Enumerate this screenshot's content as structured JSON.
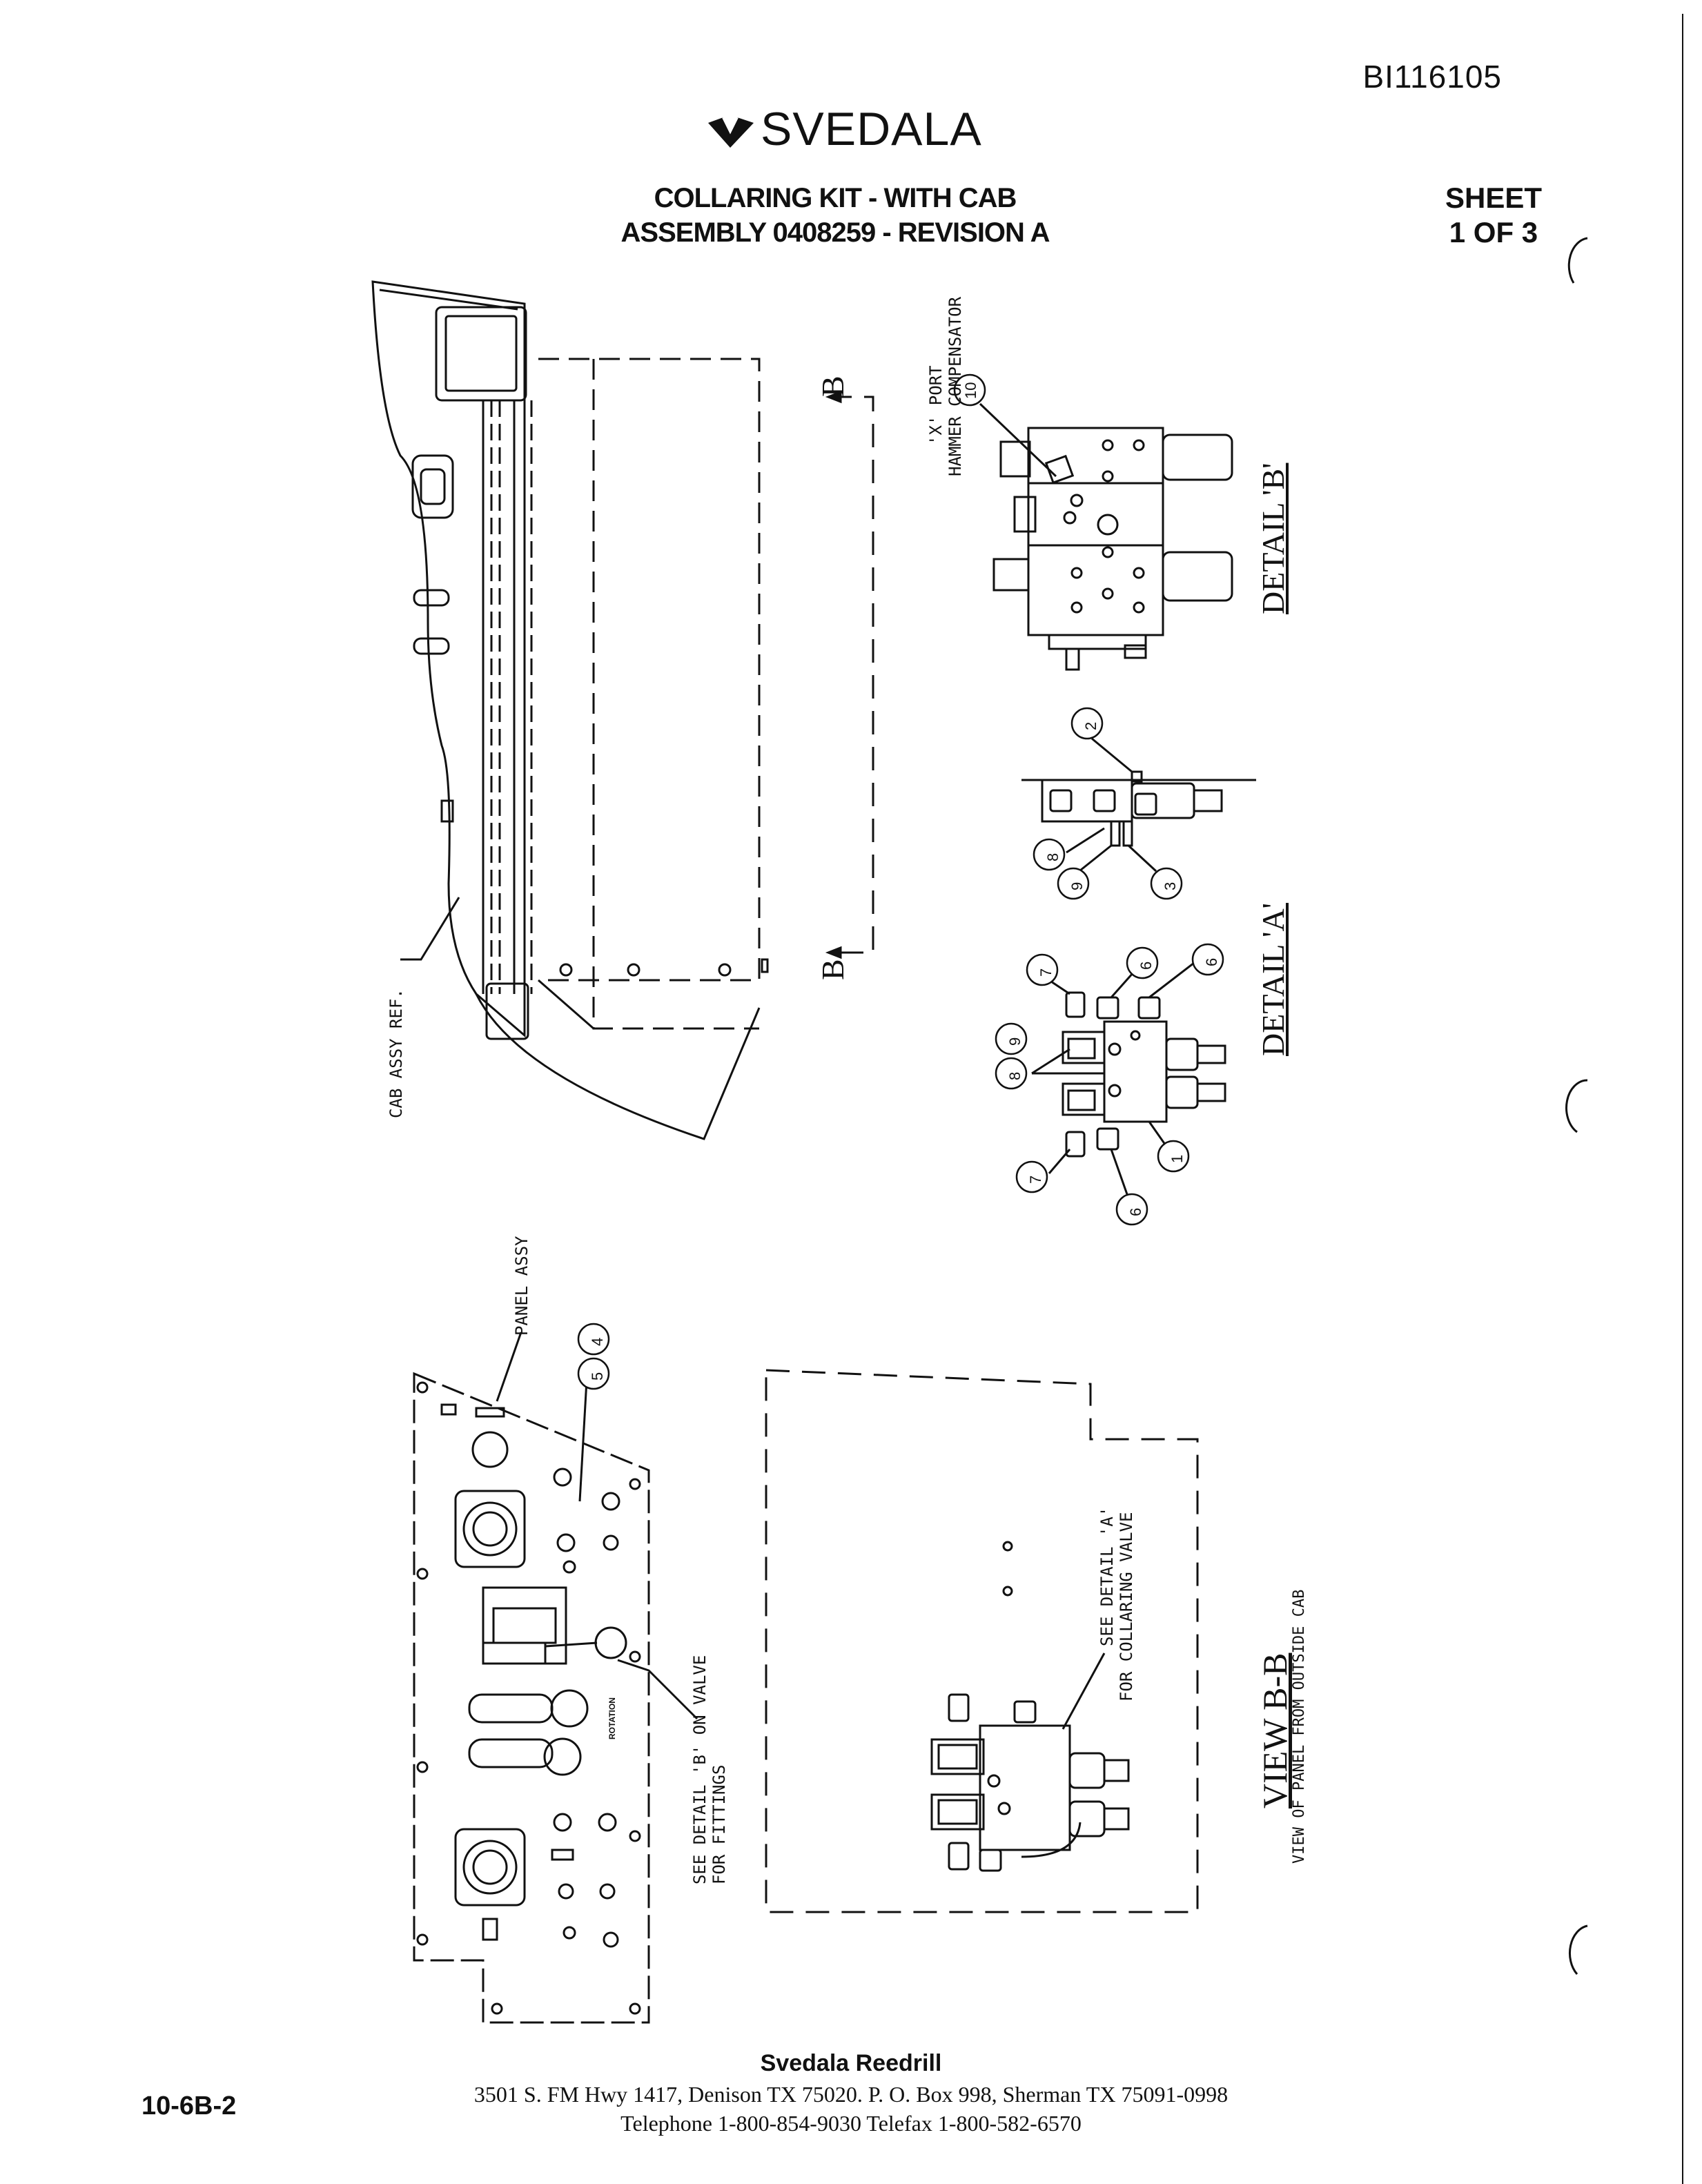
{
  "header": {
    "doc_id": "BI116105",
    "logo_text": "SVEDALA",
    "title_line1": "COLLARING KIT - WITH CAB",
    "title_line2": "ASSEMBLY 0408259 - REVISION A",
    "sheet_line1": "SHEET",
    "sheet_line2": "1 OF 3"
  },
  "annotations": {
    "section_b_top": "B",
    "section_b_bottom": "B",
    "x_port_line1": "'X' PORT",
    "x_port_line2": "HAMMER COMPENSATOR",
    "detail_b": "DETAIL 'B'",
    "detail_a": "DETAIL 'A'",
    "cab_ref": "CAB ASSY REF.",
    "panel_assy": "PANEL ASSY",
    "see_detail_b_line1": "SEE DETAIL 'B' ON VALVE",
    "see_detail_b_line2": "FOR FITTINGS",
    "see_detail_a_line1": "SEE DETAIL 'A'",
    "see_detail_a_line2": "FOR COLLARING VALVE",
    "view_bb": "VIEW B-B",
    "view_bb_sub": "VIEW OF PANEL FROM OUTSIDE CAB",
    "panel_label_rotation": "ROTATION"
  },
  "balloons": {
    "b10": "10",
    "b2": "2",
    "b8": "8",
    "b9": "9",
    "b3": "3",
    "b7a": "7",
    "b6a": "6",
    "b6b": "6",
    "b9b": "9",
    "b8b": "8",
    "b1": "1",
    "b7b": "7",
    "b6c": "6",
    "b4": "4",
    "b5": "5"
  },
  "footer": {
    "company": "Svedala Reedrill",
    "address": "3501 S. FM Hwy 1417, Denison TX  75020.   P. O. Box 998, Sherman TX  75091-0998",
    "phone": "Telephone 1-800-854-9030 Telefax 1-800-582-6570",
    "page_number": "10-6B-2"
  }
}
